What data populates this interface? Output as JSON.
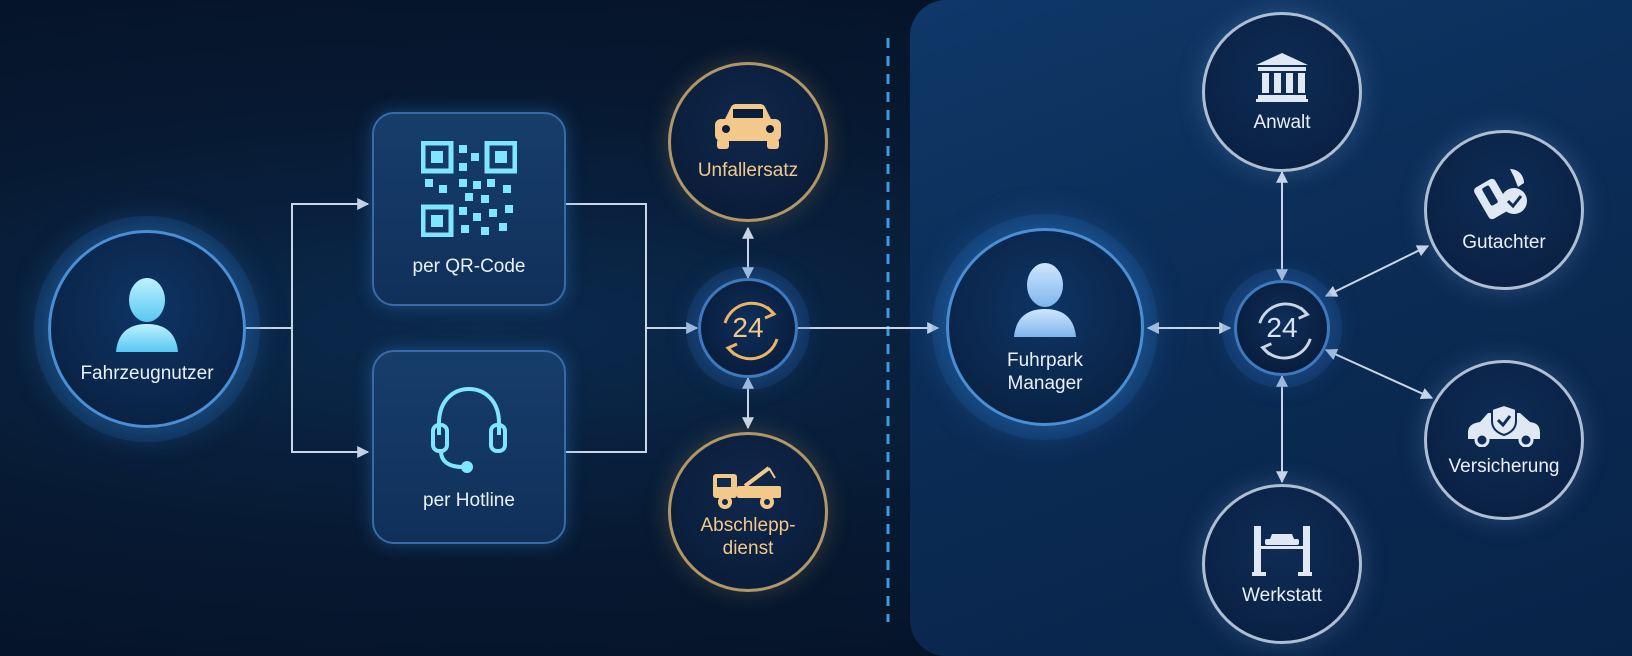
{
  "colors": {
    "accent_cyan": "#7fe6ff",
    "accent_gold": "#f2c98a",
    "connector": "#c9d6e6",
    "dashed_divider": "#3a9be0"
  },
  "nodes": {
    "fahrzeugnutzer": {
      "label": "Fahrzeugnutzer",
      "icon": "user-icon"
    },
    "qr_code": {
      "label": "per QR-Code",
      "icon": "qr-code-icon"
    },
    "hotline": {
      "label": "per Hotline",
      "icon": "headset-icon"
    },
    "hub_left": {
      "label": "24",
      "icon": "refresh-24-icon"
    },
    "unfallersatz": {
      "label": "Unfallersatz",
      "icon": "car-icon"
    },
    "abschleppdienst": {
      "label": "Abschlepp-\ndienst",
      "icon": "tow-truck-icon"
    },
    "fuhrpark_manager": {
      "label": "Fuhrpark\nManager",
      "icon": "user-icon"
    },
    "hub_right": {
      "label": "24",
      "icon": "refresh-24-icon"
    },
    "anwalt": {
      "label": "Anwalt",
      "icon": "courthouse-icon"
    },
    "gutachter": {
      "label": "Gutachter",
      "icon": "appraisal-icon"
    },
    "versicherung": {
      "label": "Versicherung",
      "icon": "insured-car-icon"
    },
    "werkstatt": {
      "label": "Werkstatt",
      "icon": "car-lift-icon"
    }
  }
}
